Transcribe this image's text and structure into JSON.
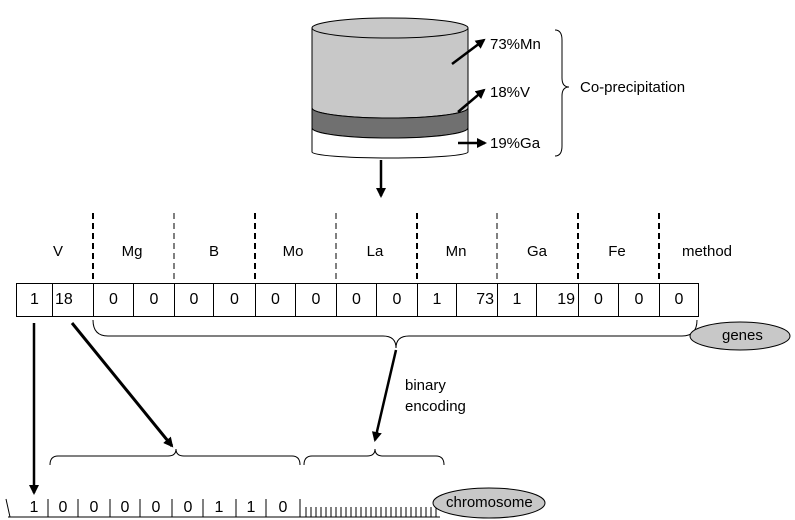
{
  "cylinder": {
    "labels": [
      "73%Mn",
      "18%V",
      "19%Ga"
    ],
    "brace_label": "Co-precipitation",
    "colors": {
      "top": "#c8c8c8",
      "middle": "#707070",
      "bottom": "#ffffff"
    }
  },
  "headers": [
    "V",
    "Mg",
    "B",
    "Mo",
    "La",
    "Mn",
    "Ga",
    "Fe",
    "method"
  ],
  "cells": [
    "1",
    "18",
    "0",
    "0",
    "0",
    "0",
    "0",
    "0",
    "0",
    "0",
    "1",
    "73",
    "1",
    "19",
    "0",
    "0",
    "0"
  ],
  "genes_label": "genes",
  "encoding_label_line1": "binary",
  "encoding_label_line2": "encoding",
  "chromosome_bits": [
    "1",
    "0",
    "0",
    "0",
    "0",
    "0",
    "1",
    "1",
    "0"
  ],
  "chromosome_label": "chromosome"
}
